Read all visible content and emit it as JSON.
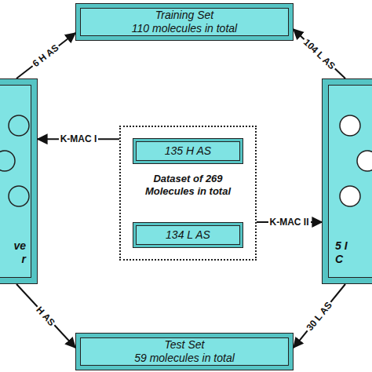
{
  "diagram": {
    "nodes": [
      {
        "text": [
          "Training Set",
          "110 molecules in total"
        ]
      },
      {
        "text": [
          "ve",
          "r"
        ]
      },
      {
        "text": [
          "Dataset of 269 Molecules in total"
        ]
      },
      {
        "text": [
          "135 H AS"
        ],
        "in": 2
      },
      {
        "text": [
          "134 L AS"
        ],
        "in": 2
      },
      {
        "text": [
          "5 I",
          "C"
        ]
      },
      {
        "text": [
          "Test Set",
          "59 molecules in total"
        ]
      }
    ],
    "edges": [
      {
        "from": 2,
        "to": 1,
        "label": "K-MAC I",
        "arrow": "to"
      },
      {
        "from": 2,
        "to": 5,
        "label": "K-MAC II",
        "arrow": "to"
      },
      {
        "from": 1,
        "to": 0,
        "label": "6 H AS",
        "arrow": "to"
      },
      {
        "from": 5,
        "to": 0,
        "label": "104 L AS",
        "arrow": "to"
      },
      {
        "from": 1,
        "to": 6,
        "label": "H AS",
        "arrow": "to"
      },
      {
        "from": 5,
        "to": 6,
        "label": "30 L AS",
        "arrow": "to"
      }
    ]
  }
}
